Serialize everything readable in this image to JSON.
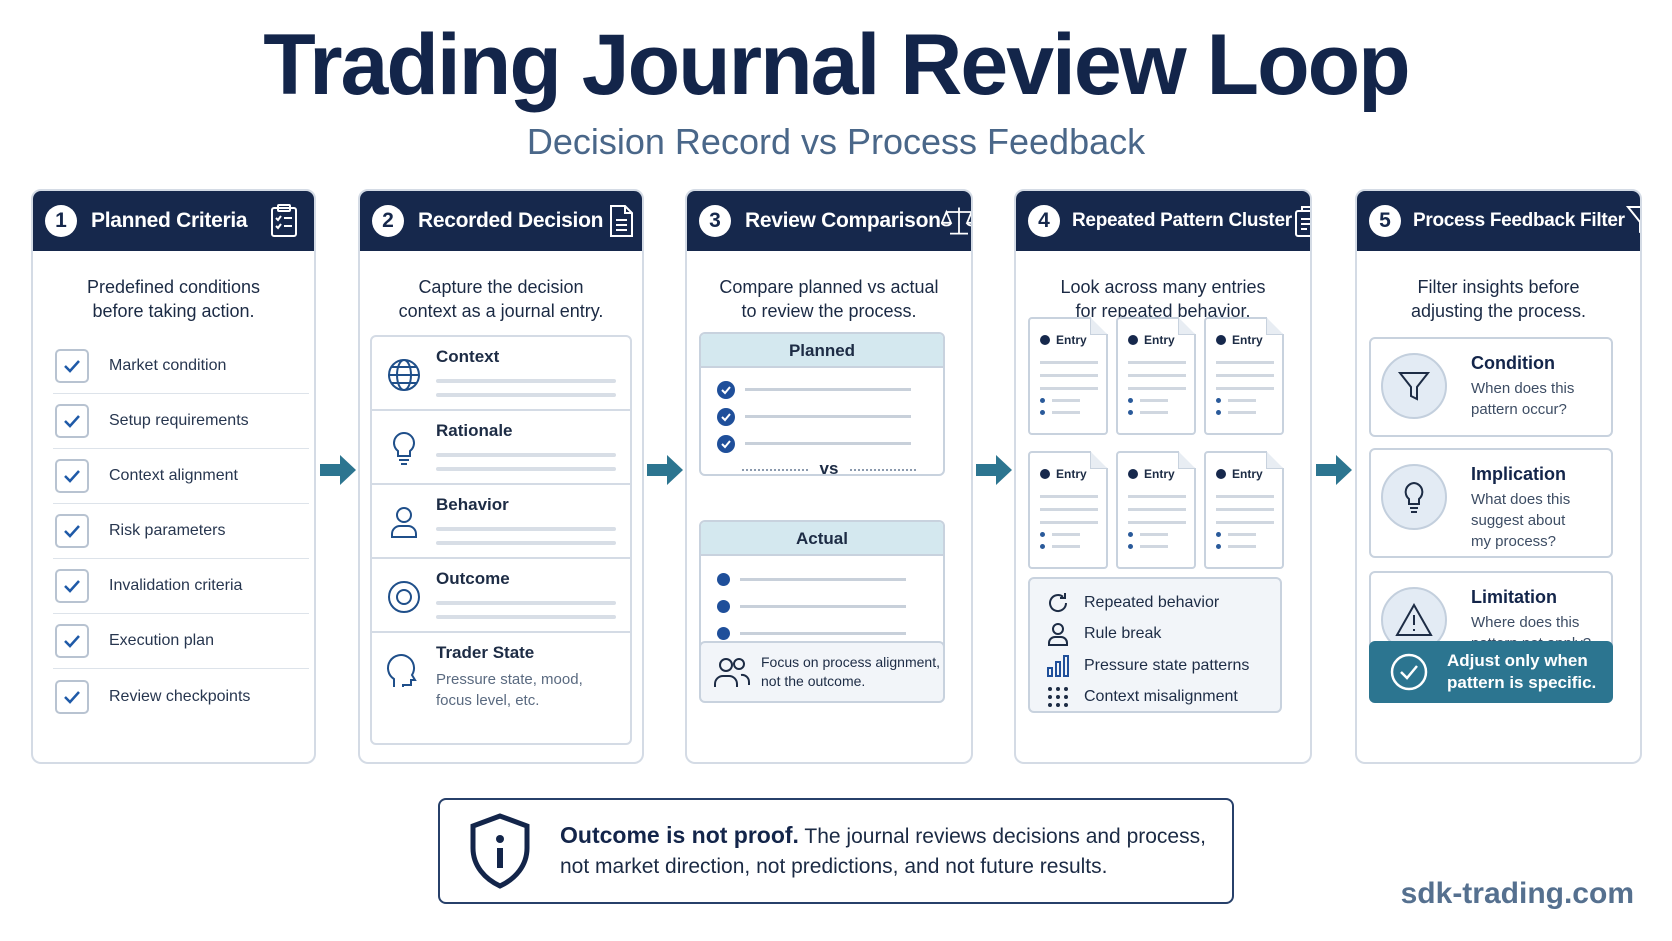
{
  "title": "Trading Journal Review Loop",
  "subtitle": "Decision Record vs Process Feedback",
  "cards": [
    {
      "number": "1",
      "title": "Planned Criteria",
      "desc1": "Predefined conditions",
      "desc2": "before taking action.",
      "items": [
        "Market condition",
        "Setup requirements",
        "Context alignment",
        "Risk parameters",
        "Invalidation criteria",
        "Execution plan",
        "Review checkpoints"
      ]
    },
    {
      "number": "2",
      "title": "Recorded Decision",
      "desc1": "Capture the decision",
      "desc2": "context as a journal entry.",
      "rows": [
        {
          "title": "Context"
        },
        {
          "title": "Rationale"
        },
        {
          "title": "Behavior"
        },
        {
          "title": "Outcome"
        },
        {
          "title": "Trader State",
          "sub1": "Pressure state, mood,",
          "sub2": "focus level, etc."
        }
      ]
    },
    {
      "number": "3",
      "title": "Review Comparison",
      "desc1": "Compare planned vs actual",
      "desc2": "to review the process.",
      "planned_label": "Planned",
      "vs_label": "vs",
      "actual_label": "Actual",
      "focus1": "Focus on process alignment,",
      "focus2": "not the outcome."
    },
    {
      "number": "4",
      "title": "Repeated Pattern Cluster",
      "desc1": "Look across many entries",
      "desc2": "for repeated behavior.",
      "entry_label": "Entry",
      "patterns": [
        "Repeated behavior",
        "Rule break",
        "Pressure state patterns",
        "Context misalignment"
      ]
    },
    {
      "number": "5",
      "title": "Process Feedback Filter",
      "desc1": "Filter insights before",
      "desc2": "adjusting the process.",
      "filters": [
        {
          "title": "Condition",
          "sub1": "When does this",
          "sub2": "pattern occur?"
        },
        {
          "title": "Implication",
          "sub1": "What does this",
          "sub2": "suggest about",
          "sub3": "my process?"
        },
        {
          "title": "Limitation",
          "sub1": "Where does this",
          "sub2": "pattern not apply?"
        }
      ],
      "adjust1": "Adjust only when",
      "adjust2": "pattern is specific."
    }
  ],
  "note": {
    "strong": "Outcome is not proof.",
    "text1": " The journal reviews decisions and process,",
    "text2": "not market direction, not predictions, and not future results."
  },
  "site": "sdk-trading.com",
  "colors": {
    "navy": "#16284c",
    "teal": "#2c7590",
    "arrow": "#2c7590",
    "border": "#d4dbe5"
  }
}
